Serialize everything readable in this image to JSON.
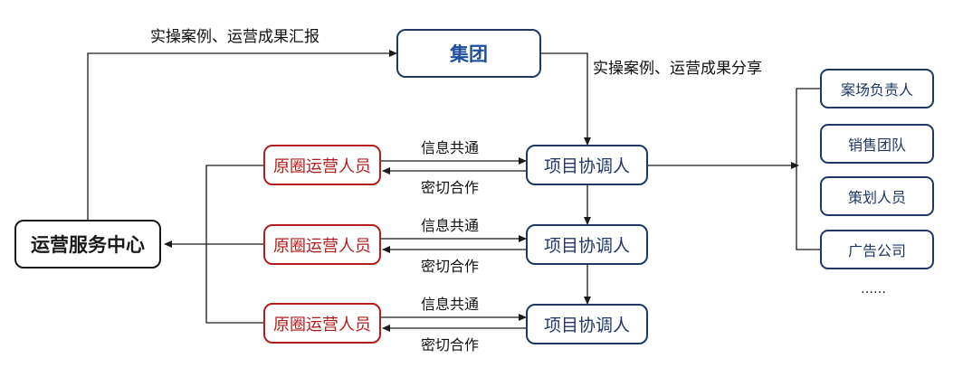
{
  "center": {
    "label": "运营服务中心"
  },
  "group": {
    "label": "集团"
  },
  "report_label": "实操案例、运营成果汇报",
  "share_label": "实操案例、运营成果分享",
  "rows": [
    {
      "staff": "原圈运营人员",
      "coordinator": "项目协调人",
      "forward_label": "信息共通",
      "back_label": "密切合作"
    },
    {
      "staff": "原圈运营人员",
      "coordinator": "项目协调人",
      "forward_label": "信息共通",
      "back_label": "密切合作"
    },
    {
      "staff": "原圈运营人员",
      "coordinator": "项目协调人",
      "forward_label": "信息共通",
      "back_label": "密切合作"
    }
  ],
  "roles": [
    "案场负责人",
    "销售团队",
    "策划人员",
    "广告公司"
  ],
  "ellipsis": "……",
  "colors": {
    "black": "#1a1a1a",
    "red": "#b31d1d",
    "navy": "#1f3864"
  }
}
